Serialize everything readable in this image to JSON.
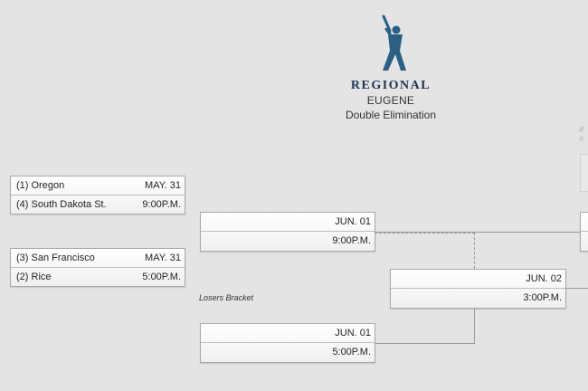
{
  "header": {
    "title": "REGIONAL",
    "city": "EUGENE",
    "format": "Double Elimination",
    "faint_note": "If n"
  },
  "losers_label": "Losers Bracket",
  "games": {
    "g1": {
      "team1": "(1) Oregon",
      "team2": "(4) South Dakota St.",
      "date": "MAY. 31",
      "time": "9:00P.M."
    },
    "g2": {
      "team1": "(3) San Francisco",
      "team2": "(2) Rice",
      "date": "MAY. 31",
      "time": "5:00P.M."
    },
    "winners_r2": {
      "date": "JUN. 01",
      "time": "9:00P.M."
    },
    "losers_r1": {
      "date": "JUN. 01",
      "time": "5:00P.M."
    },
    "losers_r2": {
      "date": "JUN. 02",
      "time": "3:00P.M."
    }
  },
  "colors": {
    "title": "#1e3551",
    "logo": "#2a5f86",
    "background": "#e4e4e4"
  },
  "icons": {
    "logo": "batter-silhouette-icon"
  }
}
